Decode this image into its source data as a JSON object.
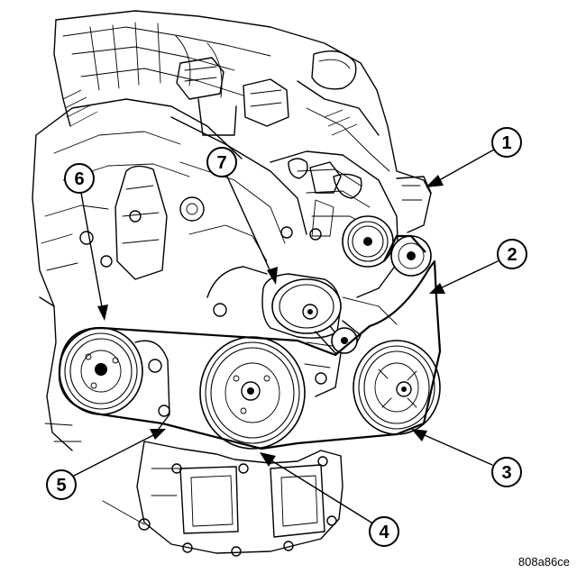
{
  "figure_code": "808a86ce",
  "callouts": [
    {
      "label": "1"
    },
    {
      "label": "2"
    },
    {
      "label": "3"
    },
    {
      "label": "4"
    },
    {
      "label": "5"
    },
    {
      "label": "6"
    },
    {
      "label": "7"
    }
  ]
}
